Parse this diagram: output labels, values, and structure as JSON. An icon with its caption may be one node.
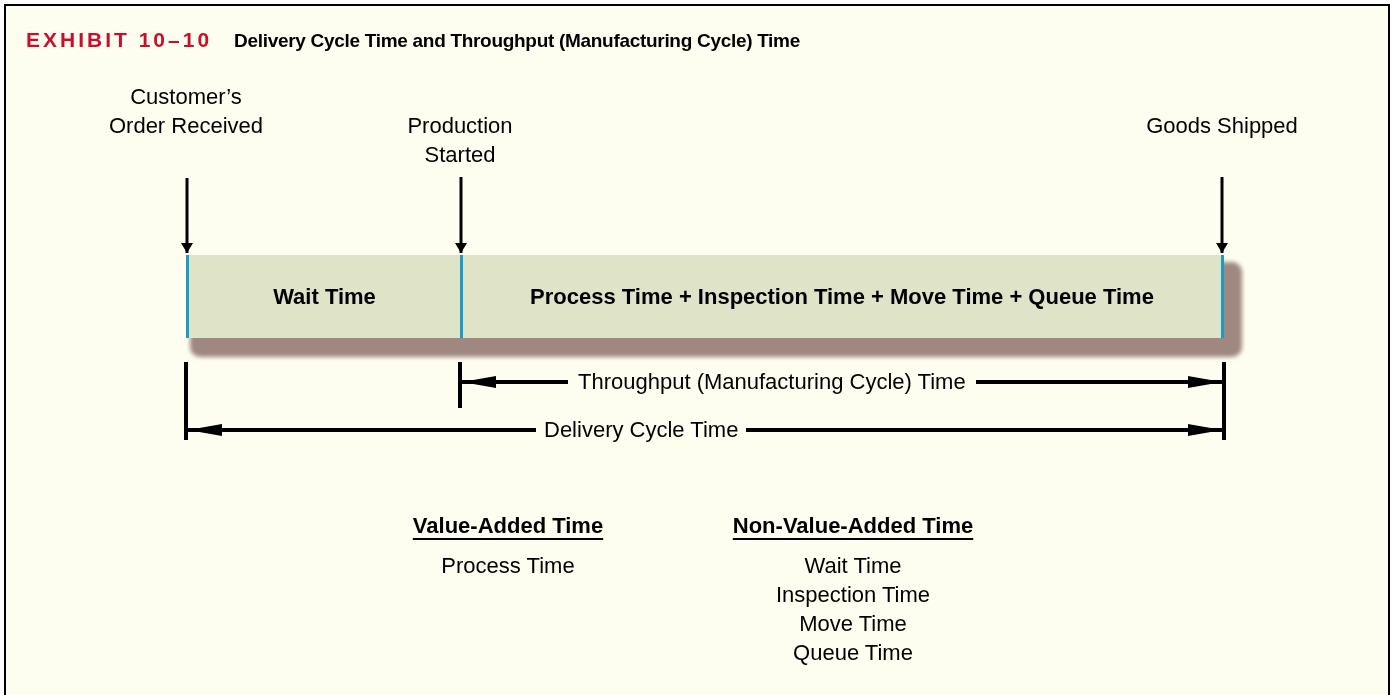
{
  "diagram": {
    "title": "Delivery Cycle Time and Throughput (Manufacturing Cycle) Time",
    "nodes": [
      {
        "text": [
          "Customer’s Order Received"
        ]
      },
      {
        "text": [
          "Production Started"
        ]
      },
      {
        "text": [
          "Goods Shipped"
        ]
      },
      {
        "text": [
          "Wait Time"
        ]
      },
      {
        "text": [
          "Process Time + Inspection Time + Move Time + Queue Time"
        ]
      }
    ],
    "edges": [
      {
        "from": 0,
        "to": 3,
        "arrow": "to"
      },
      {
        "from": 1,
        "to": 4,
        "arrow": "to"
      },
      {
        "from": 2,
        "to": 4,
        "arrow": "to"
      }
    ],
    "labels": [
      "EXHIBIT 10–10",
      "Throughput (Manufacturing Cycle) Time",
      "Delivery Cycle Time",
      "Value-Added Time",
      "Process Time",
      "Non-Value-Added Time",
      "Wait Time",
      "Inspection Time",
      "Move Time",
      "Queue Time"
    ]
  }
}
